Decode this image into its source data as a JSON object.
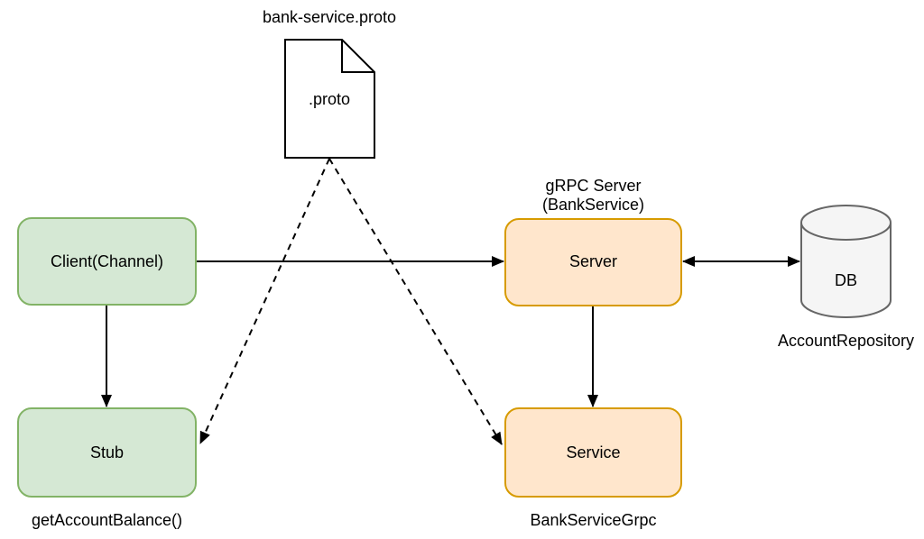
{
  "diagram": {
    "proto": {
      "title": "bank-service.proto",
      "doc_text": ".proto"
    },
    "client": {
      "label": "Client(Channel)"
    },
    "stub": {
      "label": "Stub",
      "caption": "getAccountBalance()"
    },
    "server": {
      "title_line1": "gRPC Server",
      "title_line2": "(BankService)",
      "label": "Server"
    },
    "service": {
      "label": "Service",
      "caption": "BankServiceGrpc"
    },
    "db": {
      "label": "DB",
      "caption": "AccountRepository"
    },
    "colors": {
      "client_fill": "#d5e8d4",
      "client_stroke": "#82b366",
      "server_fill": "#ffe6cc",
      "server_stroke": "#d79b00",
      "db_fill": "#f5f5f5",
      "db_stroke": "#666666",
      "doc_fill": "#ffffff",
      "doc_stroke": "#000000",
      "arrow": "#000000",
      "text": "#000000"
    }
  }
}
